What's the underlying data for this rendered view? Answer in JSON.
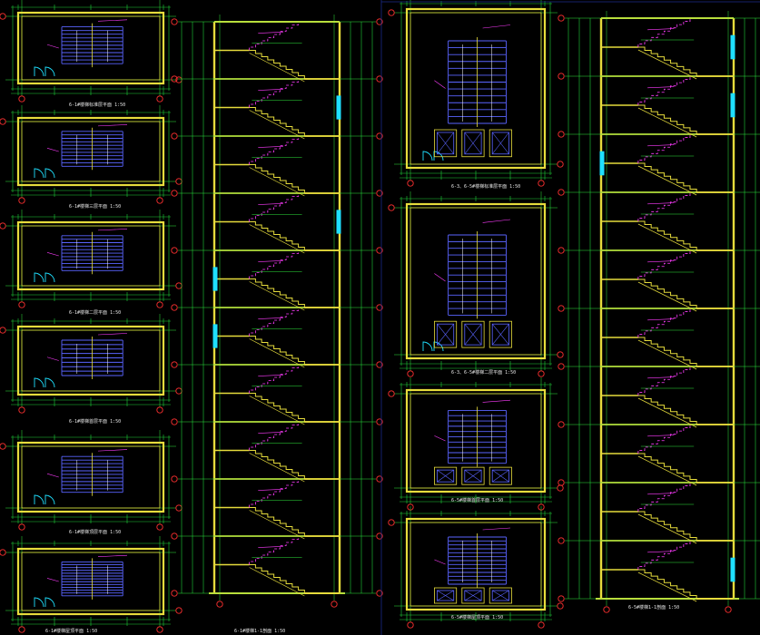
{
  "colors": {
    "background": "#000000",
    "wall": "#e6dc3c",
    "grid": "#2ee63c",
    "dimension": "#1fd13a",
    "stair_tread": "#5a64ff",
    "annotation": "#ff3cff",
    "glazing": "#1fe0ff",
    "text": "#e8e8e8",
    "axis_bubble": "#ff3030"
  },
  "sheets": {
    "plan_captions_left": [
      "6-1#楼梯标准层平面",
      "6-1#楼梯三层平面",
      "6-1#楼梯二层平面",
      "6-1#楼梯首层平面",
      "6-1#楼梯顶层平面",
      "6-1#楼梯屋顶平面"
    ],
    "section_caption_left": "6-1#楼梯1-1剖面",
    "plan_captions_right": [
      "6-3、6-5#楼梯标准层平面",
      "6-3、6-5#楼梯二层平面",
      "6-5#楼梯首层平面",
      "6-5#楼梯屋顶平面"
    ],
    "section_caption_right": "6-5#楼梯1-1剖面",
    "scale": "1:50"
  }
}
